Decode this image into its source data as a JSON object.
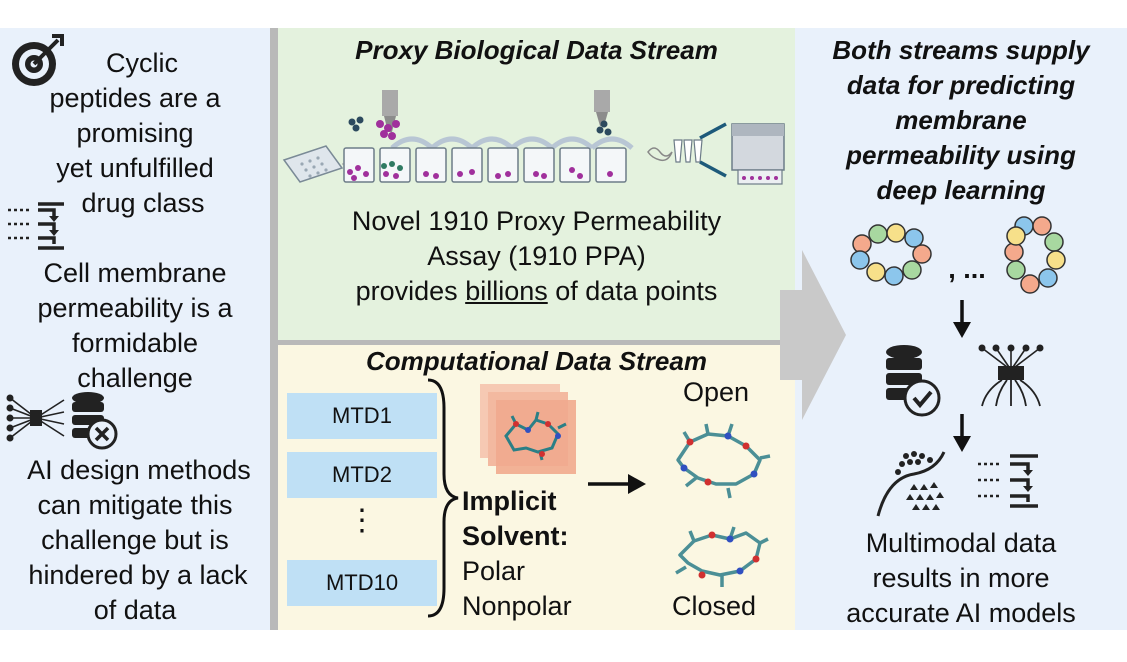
{
  "left_panel": {
    "point1": [
      "Cyclic",
      "peptides are a",
      "promising",
      "yet unfulfilled",
      "drug class"
    ],
    "point2": [
      "Cell membrane",
      "permeability is a",
      "formidable",
      "challenge"
    ],
    "point3": [
      "AI design methods",
      "can mitigate this",
      "challenge but is",
      "hindered by a lack",
      "of data"
    ],
    "icons": [
      "target-icon",
      "permeability-icon",
      "neural-network-icon",
      "database-error-icon"
    ]
  },
  "proxy_stream": {
    "title": "Proxy Biological Data Stream",
    "line1": "Novel 1910 Proxy Permeability",
    "line2": "Assay (1910 PPA)",
    "line3_pre": "provides ",
    "line3_underlined": "billions",
    "line3_post": " of data points"
  },
  "computational_stream": {
    "title": "Computational Data Stream",
    "mtd_labels": [
      "MTD1",
      "MTD2",
      "MTD10"
    ],
    "ellipsis": "⋮",
    "solvent": [
      "Implicit",
      "Solvent:",
      "Polar",
      "Nonpolar"
    ],
    "open_label": "Open",
    "closed_label": "Closed"
  },
  "right_panel": {
    "title": [
      "Both streams supply",
      "data for predicting",
      "membrane",
      "permeability using",
      "deep learning"
    ],
    "ellipsis": ", ...",
    "bottom": [
      "Multimodal data",
      "results in more",
      "accurate AI models"
    ]
  },
  "colors": {
    "left_bg": "#e9f1fb",
    "proxy_bg": "#e4f2de",
    "computational_bg": "#fbf7e2",
    "mtd_box": "#bfe0f5",
    "divider": "#b9b9b9"
  }
}
